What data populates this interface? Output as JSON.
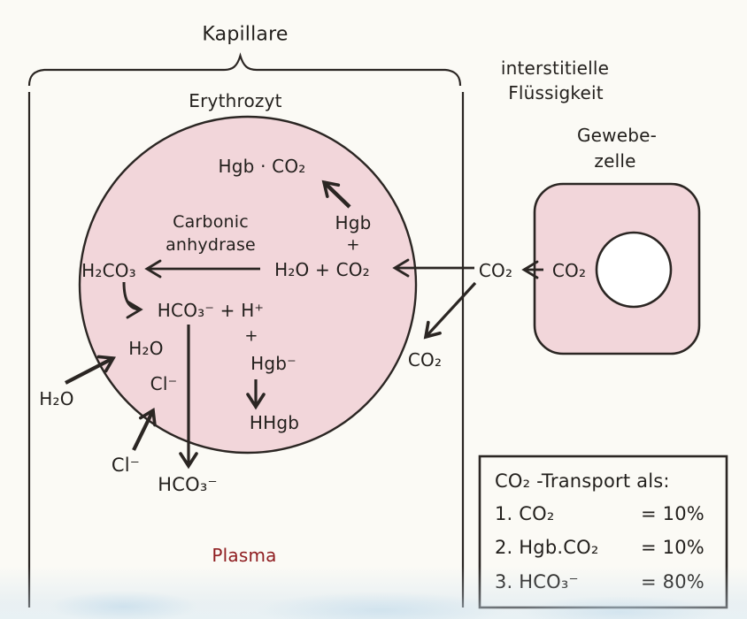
{
  "figure": {
    "capillary_label": "Kapillare",
    "erythrocyte_label": "Erythrozyt",
    "interstitial_line1": "interstitielle",
    "interstitial_line2": "Flüssigkeit",
    "tissue_cell_line1": "Gewebe-",
    "tissue_cell_line2": "zelle",
    "plasma_label": "Plasma"
  },
  "reactions": {
    "hgb_co2": "Hgb · CO₂",
    "hgb": "Hgb",
    "plus_top": "+",
    "enzyme_line1": "Carbonic",
    "enzyme_line2": "anhydrase",
    "h2co3": "H₂CO₃",
    "h2o_plus_co2": "H₂O + CO₂",
    "hco3_plus_h": "HCO₃⁻ + H⁺",
    "plus_mid": "+",
    "hgb_minus": "Hgb⁻",
    "hhgb": "HHgb",
    "h2o_inside": "H₂O",
    "cl_inside": "Cl⁻",
    "h2o_outside": "H₂O",
    "cl_outside": "Cl⁻",
    "hco3_outside": "HCO₃⁻",
    "co2_interstitial": "CO₂",
    "co2_tissue": "CO₂",
    "co2_plasma": "CO₂"
  },
  "legend": {
    "title": "CO₂ -Transport als:",
    "rows": [
      {
        "label": "1. CO₂",
        "value": "= 10%"
      },
      {
        "label": "2. Hgb.CO₂",
        "value": "= 10%"
      },
      {
        "label": "3. HCO₃⁻",
        "value": "= 80%"
      }
    ]
  },
  "colors": {
    "cell_fill": "#f2d6da",
    "line": "#2b2623",
    "plasma_text": "#8f1d20",
    "background": "#fbfaf5",
    "scan_tint": "#dcebf2"
  }
}
